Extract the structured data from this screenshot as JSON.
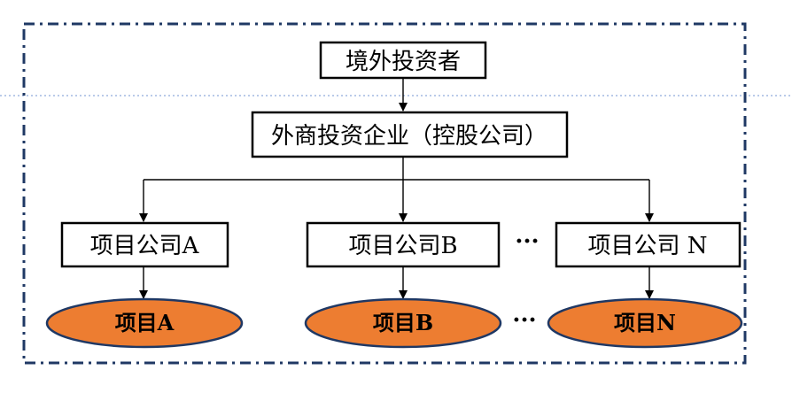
{
  "nodes": {
    "investor": "境外投资者",
    "holding": "外商投资企业（控股公司）",
    "company_a": "项目公司A",
    "company_b": "项目公司B",
    "company_n": "项目公司 N",
    "project_a": "项目A",
    "project_b": "项目B",
    "project_n": "项目N"
  },
  "ellipsis": {
    "companies": "···",
    "projects": "···"
  },
  "colors": {
    "oval_fill": "#ED7D31",
    "border": "#000000",
    "frame": "#1F3864",
    "guide": "#8FAADC"
  }
}
